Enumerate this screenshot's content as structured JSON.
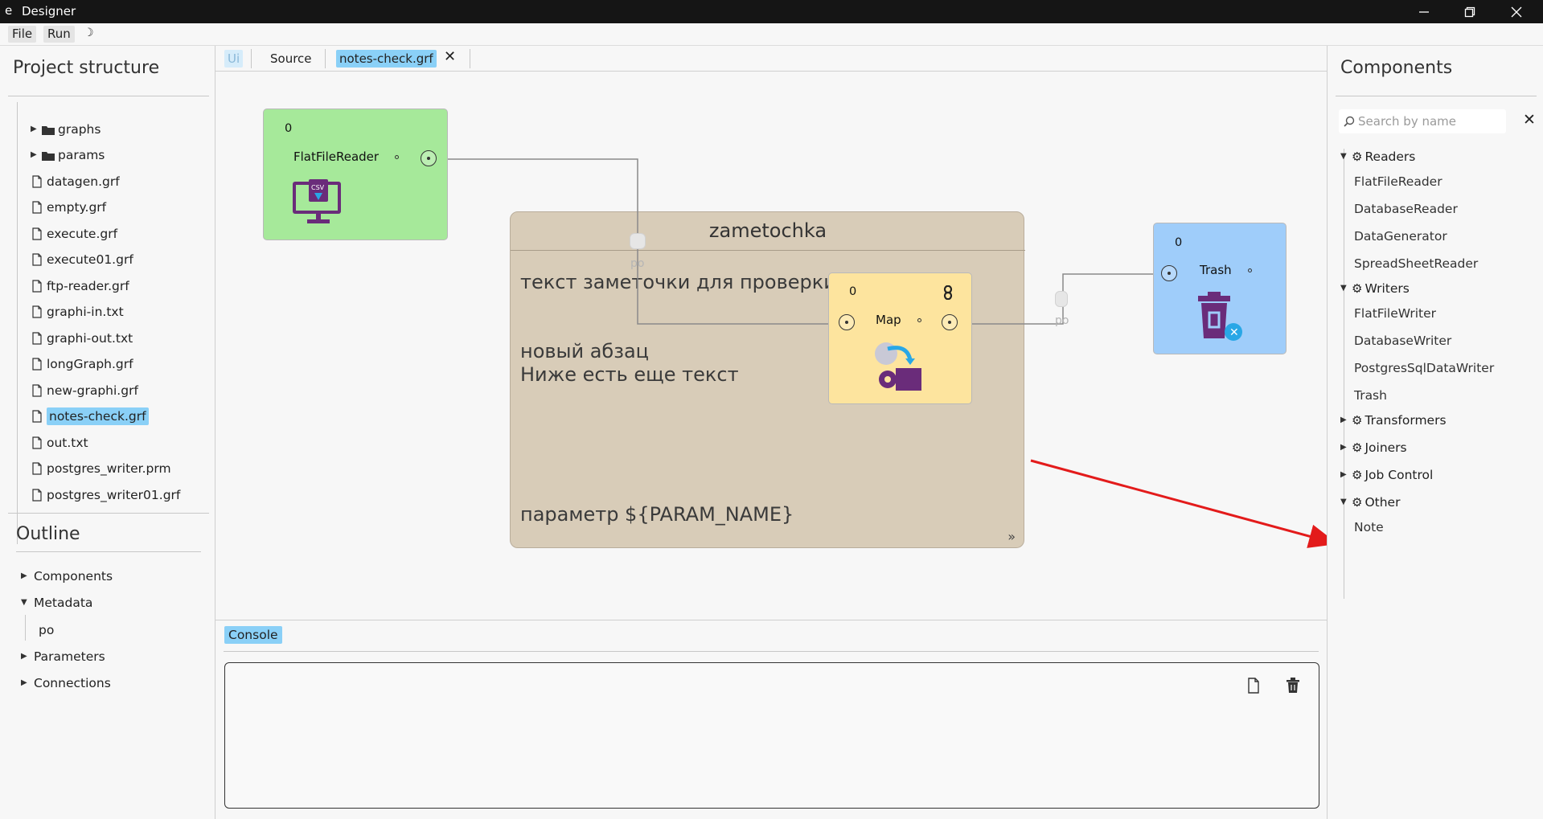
{
  "window": {
    "app_icon": "e",
    "title": "Designer"
  },
  "menubar": {
    "items": [
      "File",
      "Run"
    ],
    "theme_icon": "moon-icon"
  },
  "project": {
    "heading": "Project structure",
    "items": [
      {
        "type": "folder",
        "label": "graphs"
      },
      {
        "type": "folder",
        "label": "params"
      },
      {
        "type": "file",
        "label": "datagen.grf"
      },
      {
        "type": "file",
        "label": "empty.grf"
      },
      {
        "type": "file",
        "label": "execute.grf"
      },
      {
        "type": "file",
        "label": "execute01.grf"
      },
      {
        "type": "file",
        "label": "ftp-reader.grf"
      },
      {
        "type": "file",
        "label": "graphi-in.txt"
      },
      {
        "type": "file",
        "label": "graphi-out.txt"
      },
      {
        "type": "file",
        "label": "longGraph.grf"
      },
      {
        "type": "file",
        "label": "new-graphi.grf"
      },
      {
        "type": "file",
        "label": "notes-check.grf",
        "selected": true
      },
      {
        "type": "file",
        "label": "out.txt"
      },
      {
        "type": "file",
        "label": "postgres_writer.prm"
      },
      {
        "type": "file",
        "label": "postgres_writer01.grf"
      }
    ]
  },
  "outline": {
    "heading": "Outline",
    "items": [
      {
        "label": "Components",
        "expanded": false
      },
      {
        "label": "Metadata",
        "expanded": true,
        "children": [
          "po"
        ]
      },
      {
        "label": "Parameters",
        "expanded": false
      },
      {
        "label": "Connections",
        "expanded": false
      }
    ]
  },
  "tabs": {
    "ui": "Ui",
    "source": "Source",
    "file": "notes-check.grf",
    "close_icon": "close-icon"
  },
  "canvas": {
    "flat_file_reader": {
      "count": "0",
      "name": "FlatFileReader",
      "color": "#a6e99a",
      "icon": "csv-monitor-icon"
    },
    "map": {
      "count": "0",
      "name": "Map",
      "color": "#fde49e",
      "icon": "map-gears-icon",
      "badge_icon": "chain-link-icon"
    },
    "trash": {
      "count": "0",
      "name": "Trash",
      "color": "#9fcdfa",
      "icon": "trash-bin-icon"
    },
    "note": {
      "title": "zametochka",
      "lines": [
        "текст заметочки для проверки",
        "новый абзац",
        "Ниже есть еще текст",
        "параметр ${PARAM_NAME}"
      ],
      "more": "»",
      "color": "#d8ccb8"
    },
    "edge_labels": [
      "po",
      "po"
    ],
    "arrow_color": "#e31b1b"
  },
  "console": {
    "tab": "Console",
    "new_icon": "new-file-icon",
    "clear_icon": "trash-icon"
  },
  "components": {
    "heading": "Components",
    "search_placeholder": "Search by name",
    "categories": [
      {
        "label": "Readers",
        "expanded": true,
        "items": [
          "FlatFileReader",
          "DatabaseReader",
          "DataGenerator",
          "SpreadSheetReader"
        ]
      },
      {
        "label": "Writers",
        "expanded": true,
        "items": [
          "FlatFileWriter",
          "DatabaseWriter",
          "PostgresSqlDataWriter",
          "Trash"
        ]
      },
      {
        "label": "Transformers",
        "expanded": false,
        "items": []
      },
      {
        "label": "Joiners",
        "expanded": false,
        "items": []
      },
      {
        "label": "Job Control",
        "expanded": false,
        "items": []
      },
      {
        "label": "Other",
        "expanded": true,
        "items": [
          "Note"
        ]
      }
    ]
  },
  "colors": {
    "selection": "#8ad0f7",
    "titlebar": "#151515"
  }
}
